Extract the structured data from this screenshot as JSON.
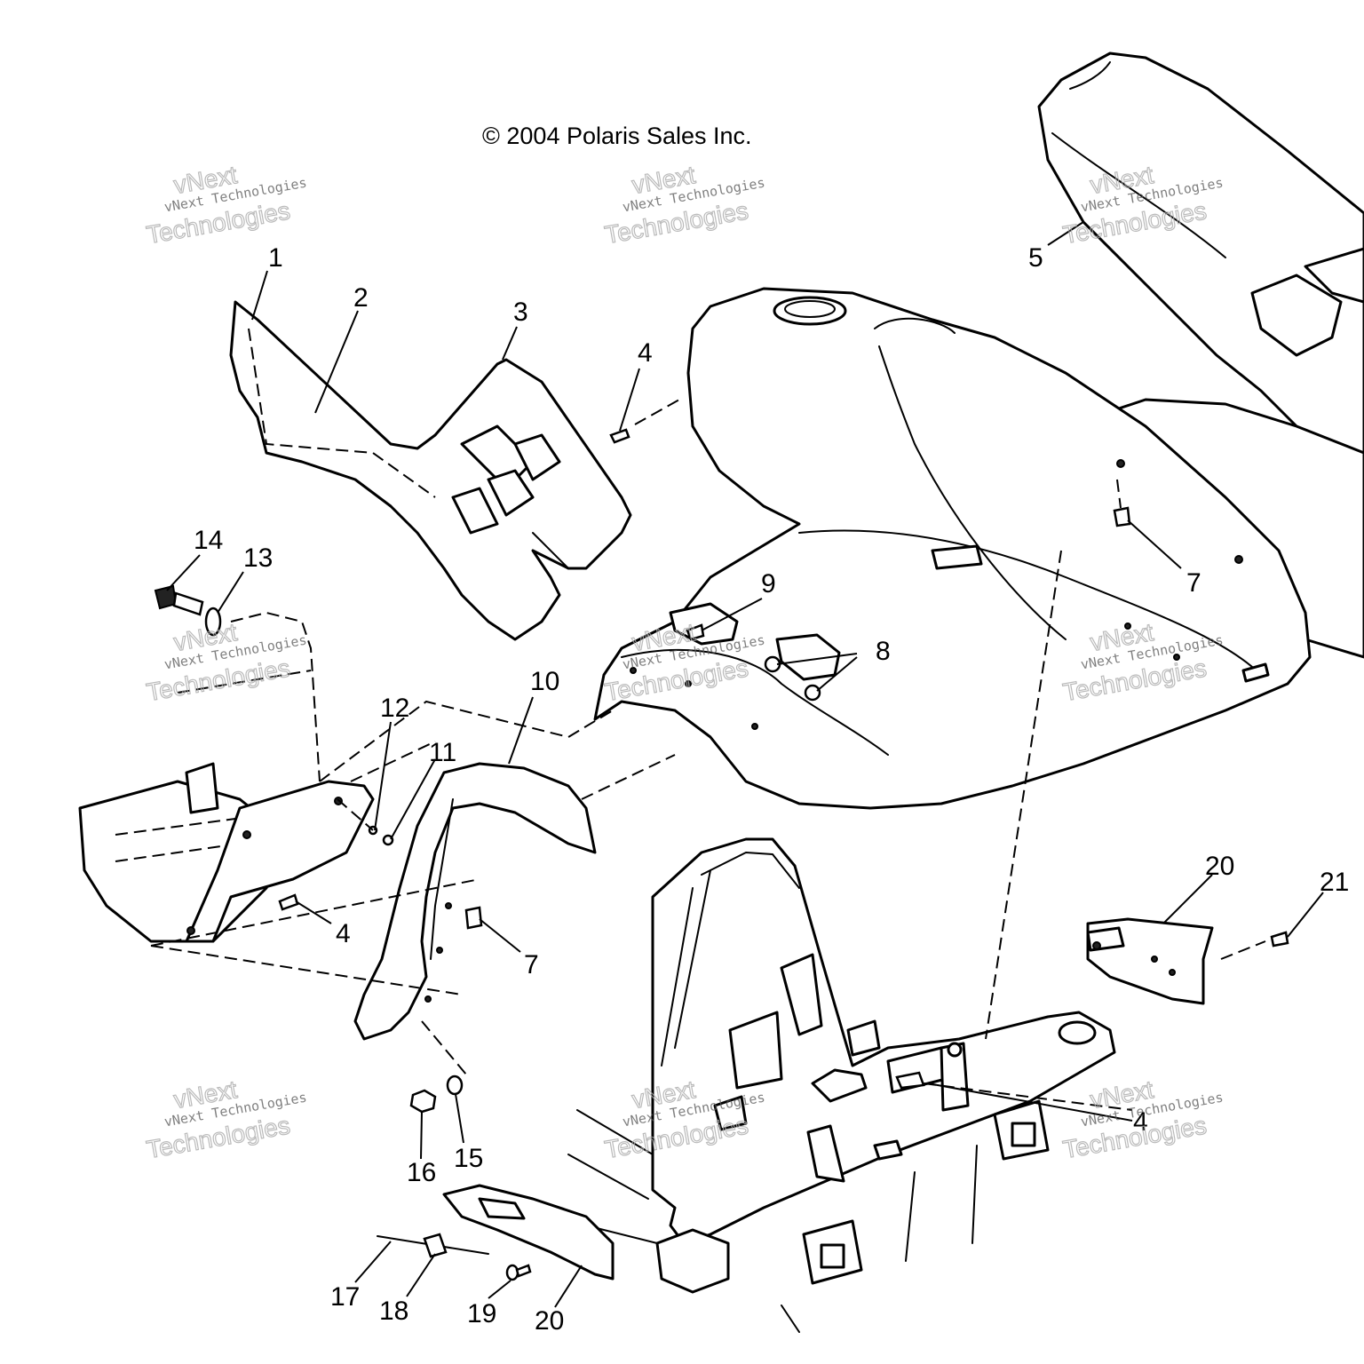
{
  "copyright": "© 2004 Polaris Sales Inc.",
  "watermark": {
    "line1": "vNext Technologies",
    "line2": "Technologies",
    "brand": "vNext"
  },
  "callouts": [
    "1",
    "2",
    "3",
    "4",
    "5",
    "7",
    "9",
    "8",
    "14",
    "13",
    "10",
    "12",
    "11",
    "4",
    "7",
    "20",
    "21",
    "4",
    "16",
    "15",
    "17",
    "18",
    "19",
    "20"
  ]
}
